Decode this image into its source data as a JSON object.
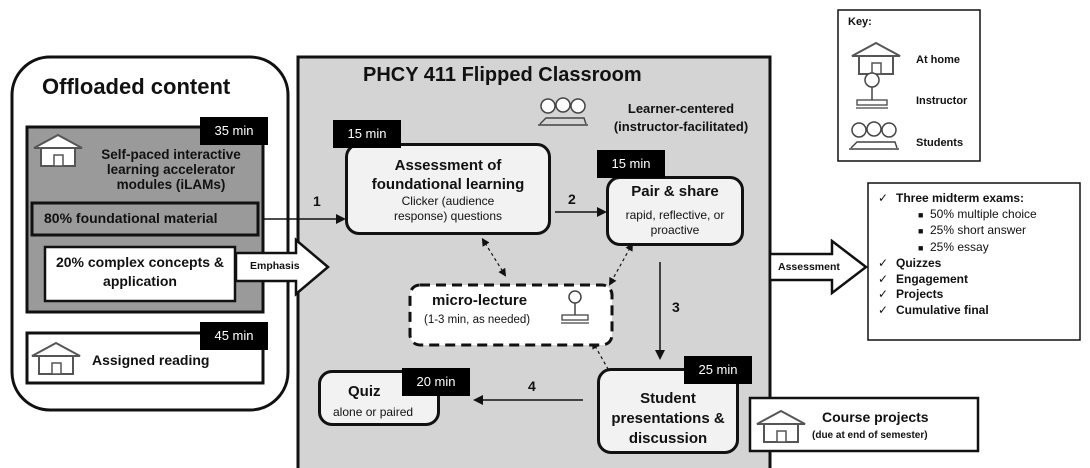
{
  "offloaded": {
    "title": "Offloaded content",
    "ilam_time": "35 min",
    "ilam_title": "Self-paced interactive learning accelerator modules (iLAMs)",
    "foundational": "80% foundational material",
    "complex": "20% complex concepts & application",
    "reading_time": "45 min",
    "reading": "Assigned reading"
  },
  "classroom": {
    "title": "PHCY 411 Flipped Classroom",
    "learner_centered": "Learner-centered (instructor-facilitated)",
    "assessment_time": "15 min",
    "assessment_title": "Assessment of foundational learning",
    "assessment_sub": "Clicker (audience response) questions",
    "pair_time": "15 min",
    "pair_title": "Pair & share",
    "pair_sub": "rapid, reflective, or proactive",
    "micro_title": "micro-lecture",
    "micro_sub": "(1-3 min, as needed)",
    "quiz_time": "20 min",
    "quiz_title": "Quiz",
    "quiz_sub": "alone or paired",
    "present_time": "25 min",
    "present_title": "Student presentations & discussion",
    "step1": "1",
    "step2": "2",
    "step3": "3",
    "step4": "4"
  },
  "arrows": {
    "emphasis": "Emphasis",
    "assessment": "Assessment"
  },
  "key": {
    "title": "Key:",
    "home": "At home",
    "instructor": "Instructor",
    "students": "Students"
  },
  "assessments": {
    "items": [
      "Three midterm exams:",
      "Quizzes",
      "Engagement",
      "Projects",
      "Cumulative final"
    ],
    "midterm_parts": [
      "50% multiple choice",
      "25% short answer",
      "25% essay"
    ]
  },
  "projects": {
    "title": "Course projects",
    "sub": "(due at end of semester)"
  },
  "icons": {
    "home": "house-icon",
    "instructor": "instructor-icon",
    "students": "students-icon"
  }
}
